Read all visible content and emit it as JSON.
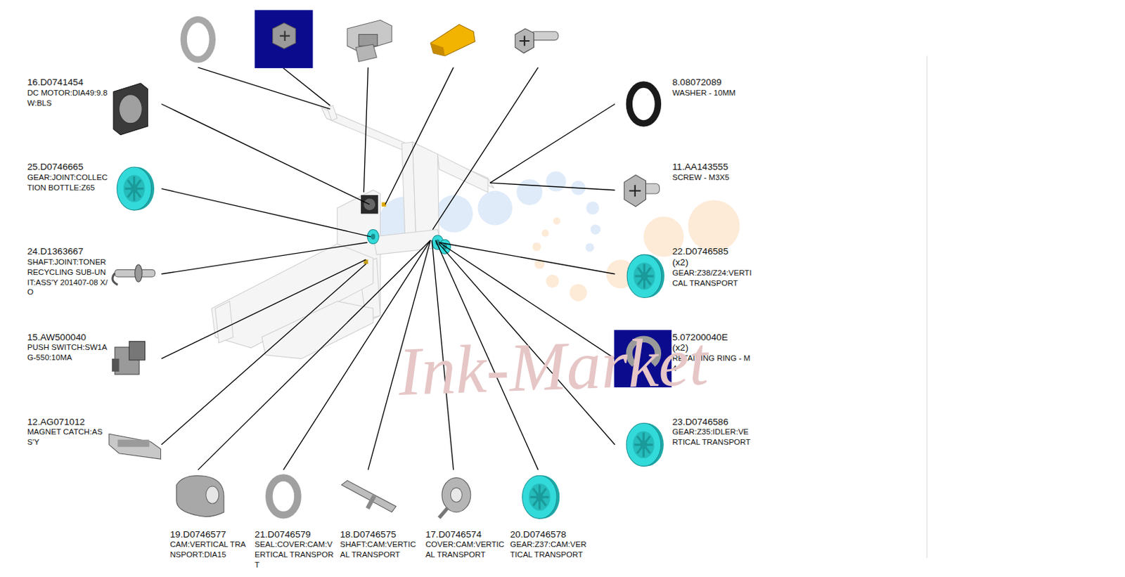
{
  "diagram": {
    "labels": [
      "16.D0741454",
      "DC MOTOR:DIA49:9.8W:BLS",
      "25.D0746665",
      "GEAR:JOINT:COLLECTION BOTTLE:Z65",
      "24.D1363667",
      "SHAFT:JOINT:TONER RECYCLING SUB-UNIT:ASS'Y 201407-08 X/O",
      "15.AW500040",
      "PUSH SWITCH:SW1AG-550:10MA",
      "12.AG071012",
      "MAGNET CATCH:ASS'Y",
      "8.08072089",
      "WASHER - 10MM",
      "11.AA143555",
      "SCREW - M3X5",
      "22.D0746585",
      "(x2)",
      "GEAR:Z38/Z24:VERTICAL TRANSPORT",
      "5.07200040E",
      "(x2)",
      "RETAINING RING - M4",
      "23.D0746586",
      "GEAR:Z35:IDLER:VERTICAL TRANSPORT",
      "19.D0746577",
      "CAM:VERTICAL TRANSPORT:DIA15",
      "21.D0746579",
      "SEAL:COVER:CAM:VERTICAL TRANSPORT",
      "18.D0746575",
      "SHAFT:CAM:VERTICAL TRANSPORT",
      "17.D0746574",
      "COVER:CAM:VERTICAL TRANSPORT",
      "20.D0746578",
      "GEAR:Z37:CAM:VERTICAL TRANSPORT",
      "Ink-Market"
    ]
  }
}
